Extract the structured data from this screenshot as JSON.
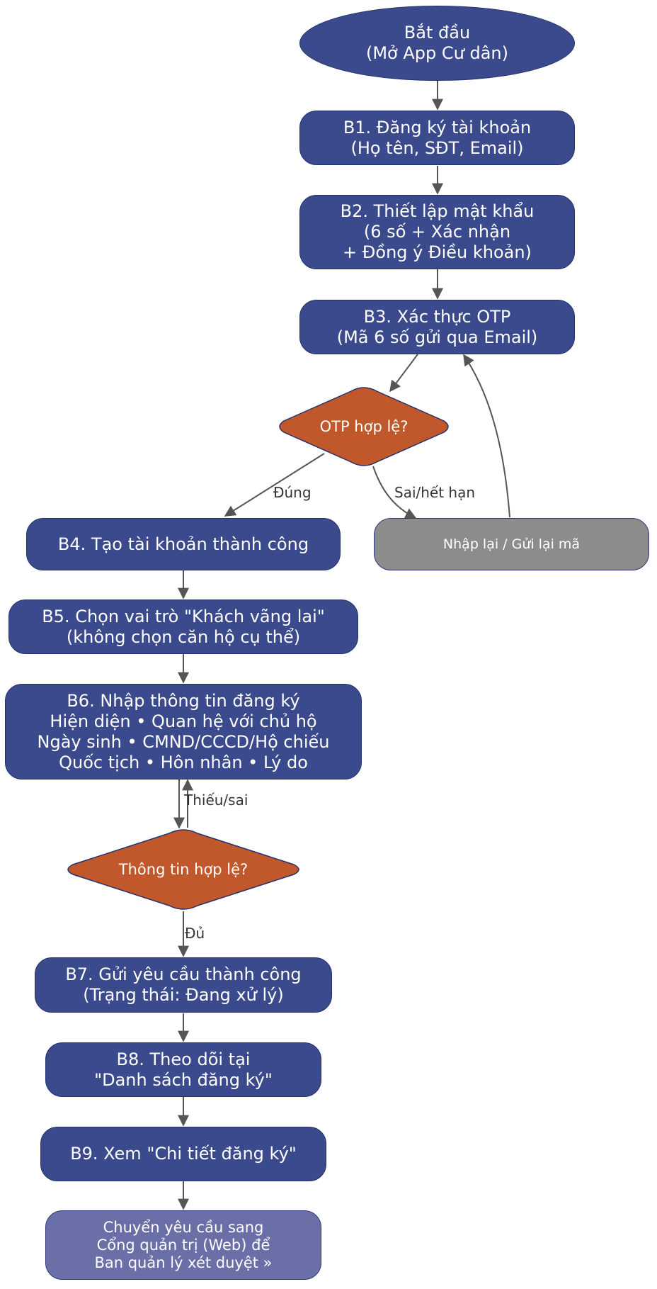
{
  "colors": {
    "process": "#3a4a8c",
    "decision": "#c0582c",
    "alternate": "#8c8c8c",
    "final": "#6b6fa8",
    "edge": "#555555"
  },
  "nodes": {
    "start": "Bắt đầu\n(Mở App Cư dân)",
    "b1": "B1. Đăng ký tài khoản\n(Họ tên, SĐT, Email)",
    "b2": "B2. Thiết lập mật khẩu\n(6 số + Xác nhận\n+ Đồng ý Điều khoản)",
    "b3": "B3. Xác thực OTP\n(Mã 6 số gửi qua Email)",
    "otp_check": "OTP hợp lệ?",
    "retry": "Nhập lại / Gửi lại mã",
    "b4": "B4. Tạo tài khoản thành công",
    "b5": "B5. Chọn vai trò \"Khách vãng lai\"\n(không chọn căn hộ cụ thể)",
    "b6": "B6. Nhập thông tin đăng ký\nHiện diện • Quan hệ với chủ hộ\nNgày sinh • CMND/CCCD/Hộ chiếu\nQuốc tịch • Hôn nhân • Lý do",
    "info_check": "Thông tin hợp lệ?",
    "b7": "B7. Gửi yêu cầu thành công\n(Trạng thái: Đang xử lý)",
    "b8": "B8. Theo dõi tại\n\"Danh sách đăng ký\"",
    "b9": "B9. Xem \"Chi tiết đăng ký\"",
    "end": "Chuyển yêu cầu sang\nCổng quản trị (Web) để\nBan quản lý xét duyệt »"
  },
  "edge_labels": {
    "otp_valid": "Đúng",
    "otp_invalid": "Sai/hết hạn",
    "info_invalid": "Thiếu/sai",
    "info_valid": "Đủ"
  }
}
